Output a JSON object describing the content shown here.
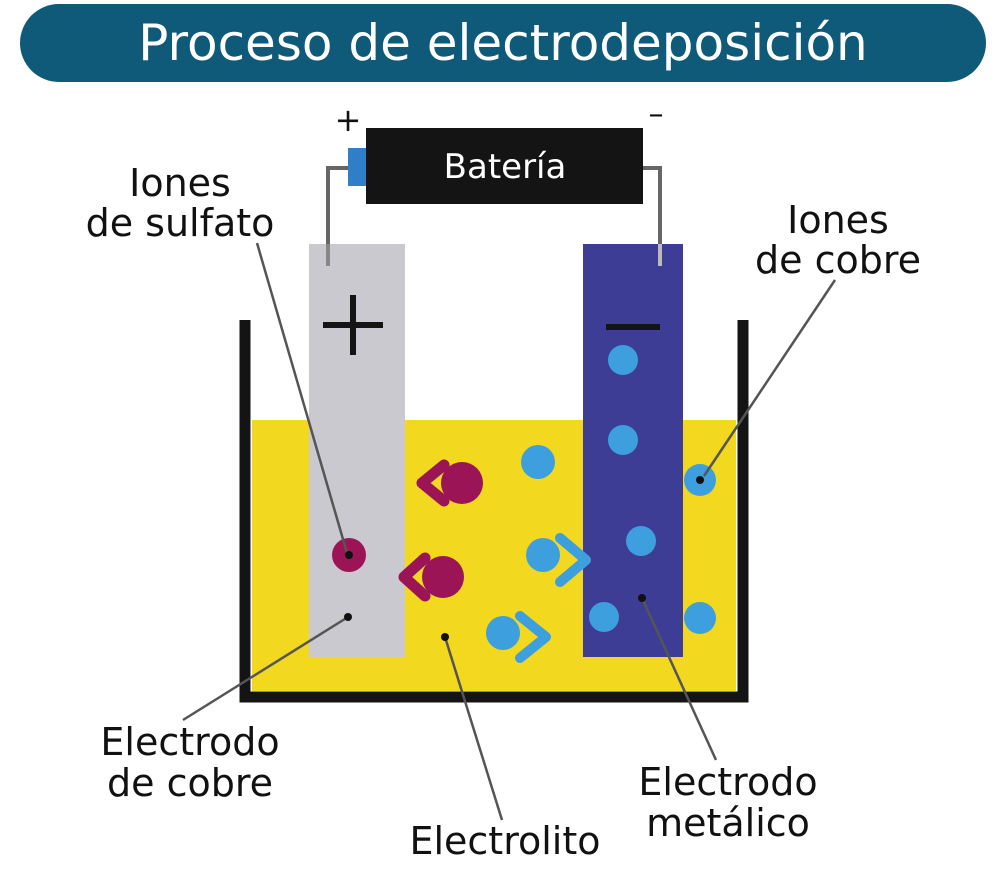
{
  "title": "Proceso de electrodeposición",
  "battery": {
    "label": "Batería",
    "positive_sign": "+",
    "negative_sign": "–"
  },
  "electrodes": {
    "anode_sign": "+",
    "cathode_sign": "—"
  },
  "labels": {
    "sulfate_ions": [
      "Iones",
      "de sulfato"
    ],
    "copper_ions": [
      "Iones",
      "de cobre"
    ],
    "copper_electrode": [
      "Electrodo",
      "de cobre"
    ],
    "electrolyte": "Electrolito",
    "metal_electrode": [
      "Electrodo",
      "metálico"
    ]
  },
  "colors": {
    "title_bar": "#0e5a78",
    "electrolyte": "#f2d81e",
    "copper_electrode": "#c9c9cf",
    "metal_electrode": "#3d3d96",
    "sulfate_ion": "#9b1456",
    "copper_ion": "#3d9fde",
    "battery_body": "#141414",
    "battery_terminal": "#2f7fc8",
    "container": "#141414",
    "text": "#111111"
  }
}
